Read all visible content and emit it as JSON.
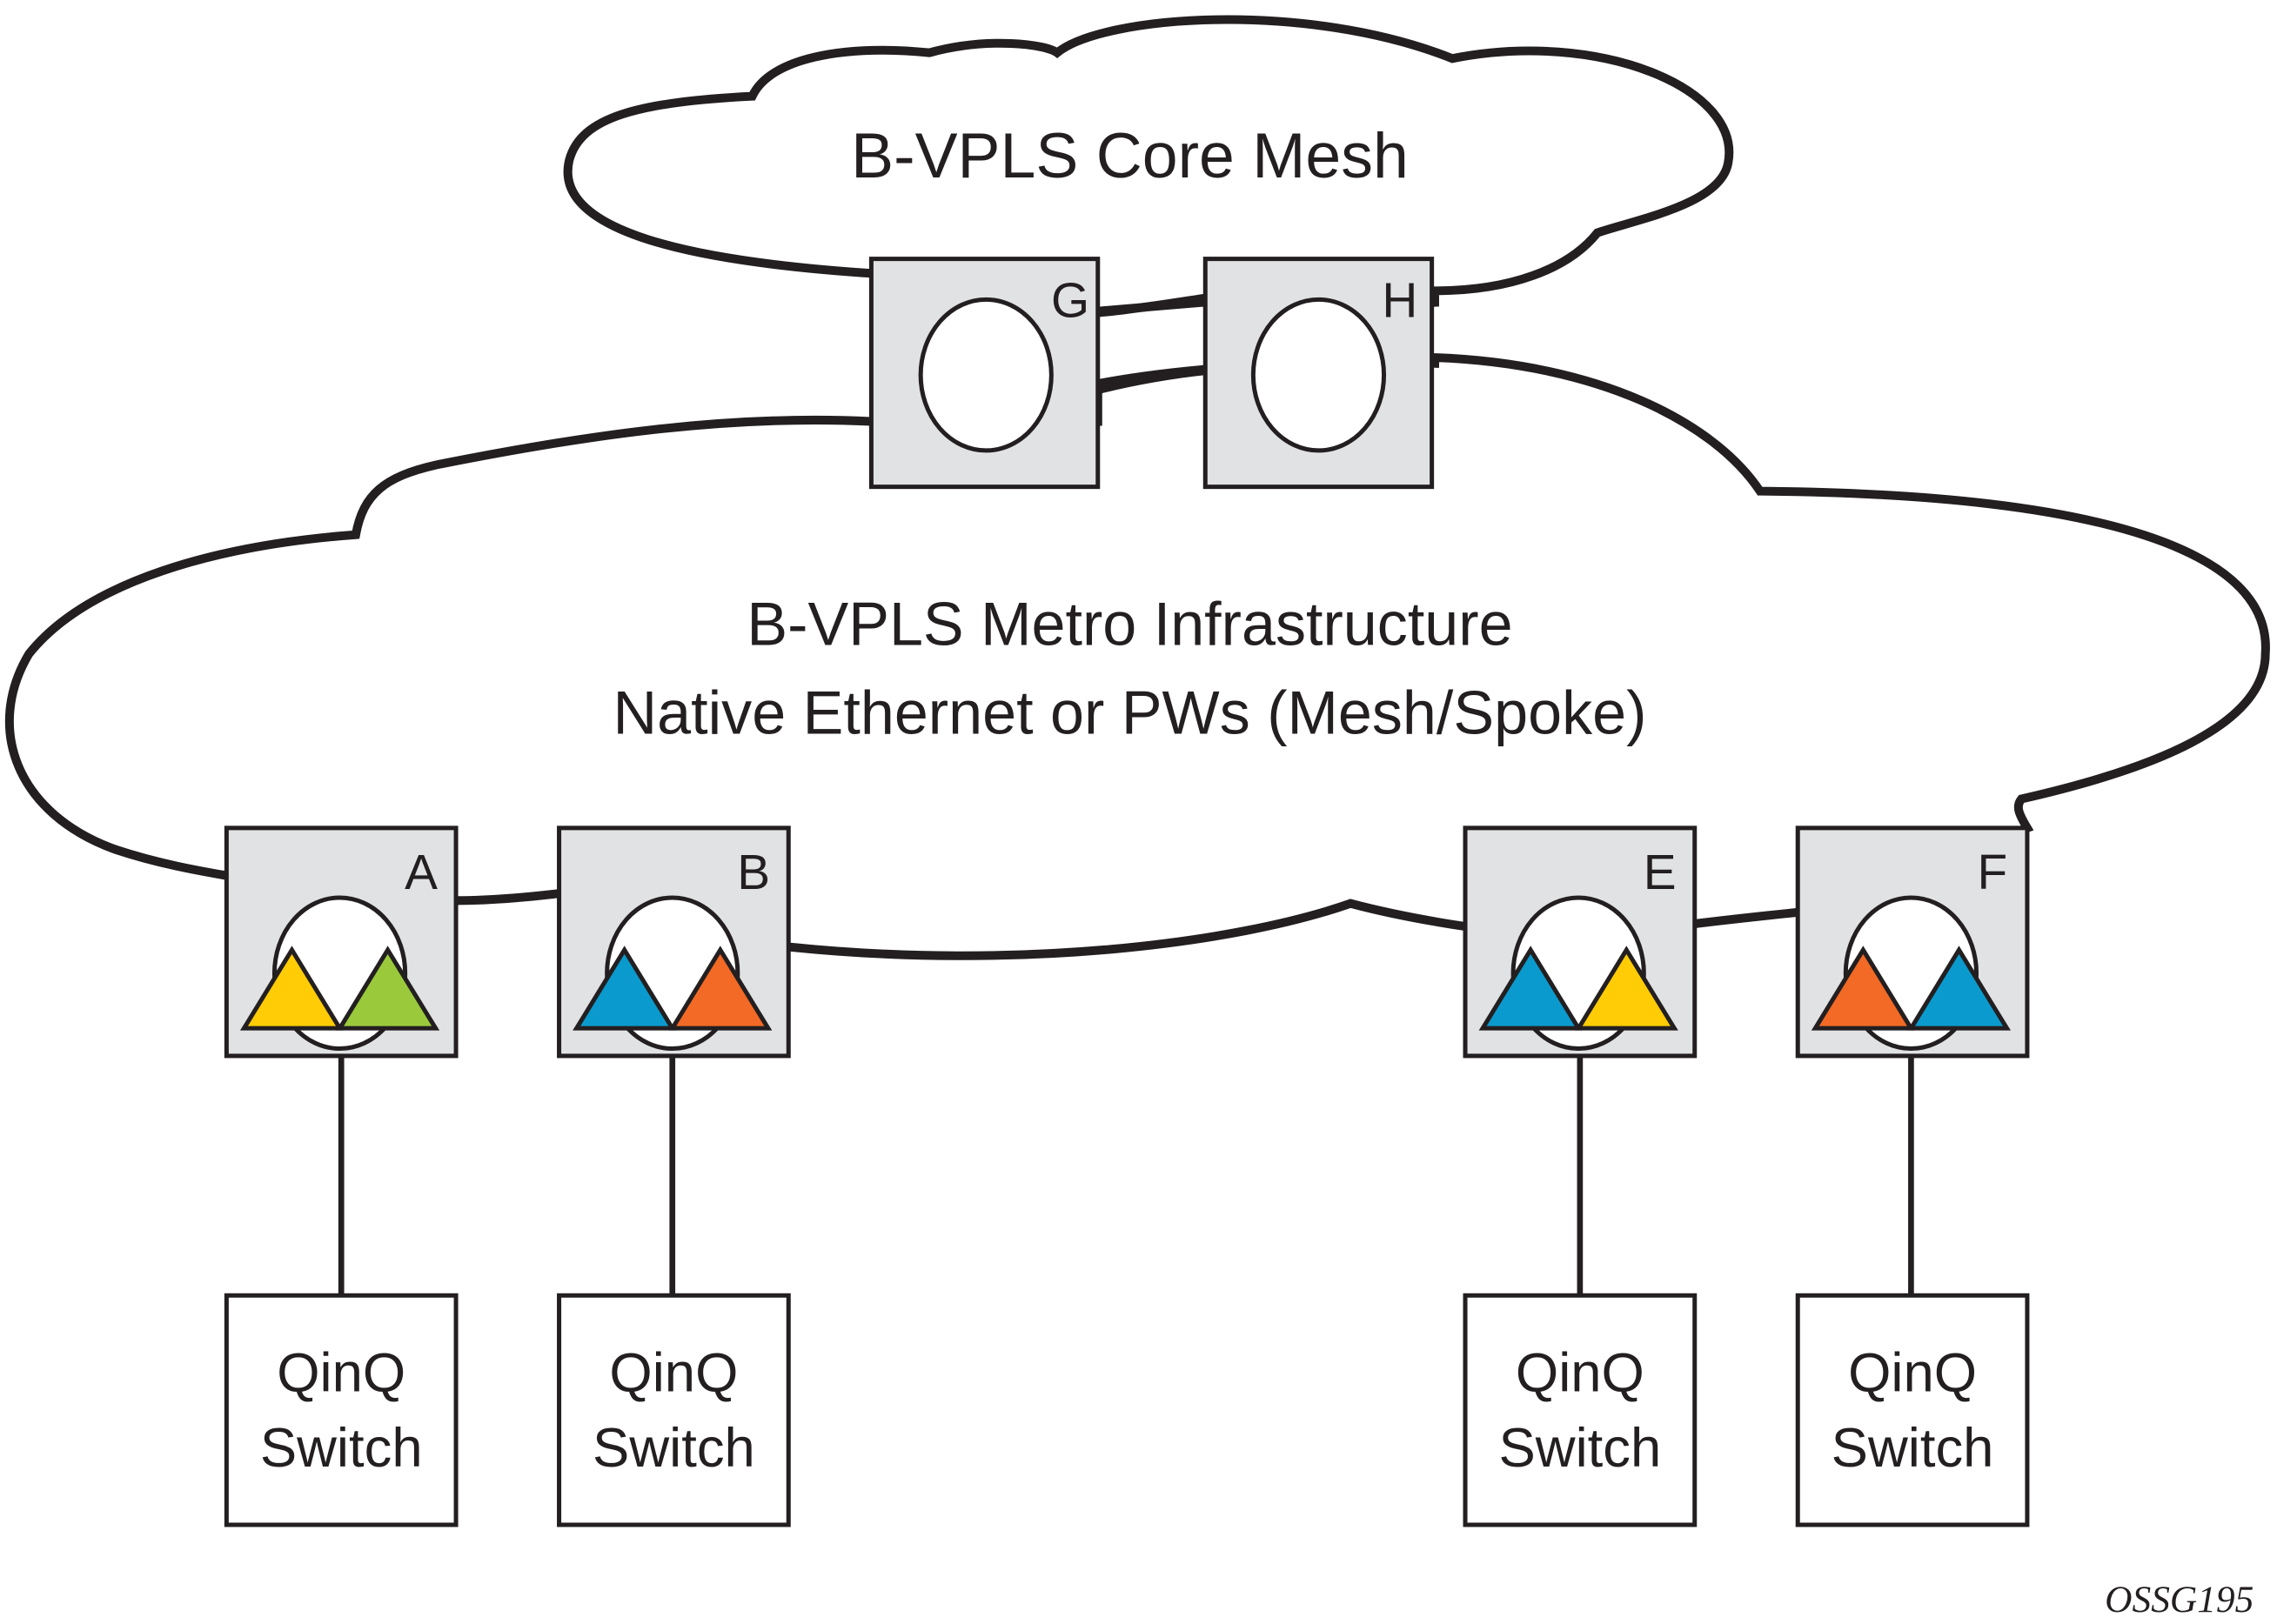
{
  "core_cloud": {
    "label": "B-VPLS Core Mesh"
  },
  "metro_cloud": {
    "line1": "B-VPLS Metro Infrastructure",
    "line2": "Native Ethernet or PWs (Mesh/Spoke)"
  },
  "core_nodes": [
    {
      "id": "G"
    },
    {
      "id": "H"
    }
  ],
  "edge_nodes": [
    {
      "id": "A",
      "triangles": [
        "#ffcc05",
        "#9aca3c"
      ]
    },
    {
      "id": "B",
      "triangles": [
        "#0b9acd",
        "#f26a25"
      ]
    },
    {
      "id": "E",
      "triangles": [
        "#0b9acd",
        "#ffcc05"
      ]
    },
    {
      "id": "F",
      "triangles": [
        "#f26a25",
        "#0b9acd"
      ]
    }
  ],
  "switches": [
    {
      "line1": "QinQ",
      "line2": "Switch",
      "attached_to": "A"
    },
    {
      "line1": "QinQ",
      "line2": "Switch",
      "attached_to": "B"
    },
    {
      "line1": "QinQ",
      "line2": "Switch",
      "attached_to": "E"
    },
    {
      "line1": "QinQ",
      "line2": "Switch",
      "attached_to": "F"
    }
  ],
  "figure_id": "OSSG195"
}
